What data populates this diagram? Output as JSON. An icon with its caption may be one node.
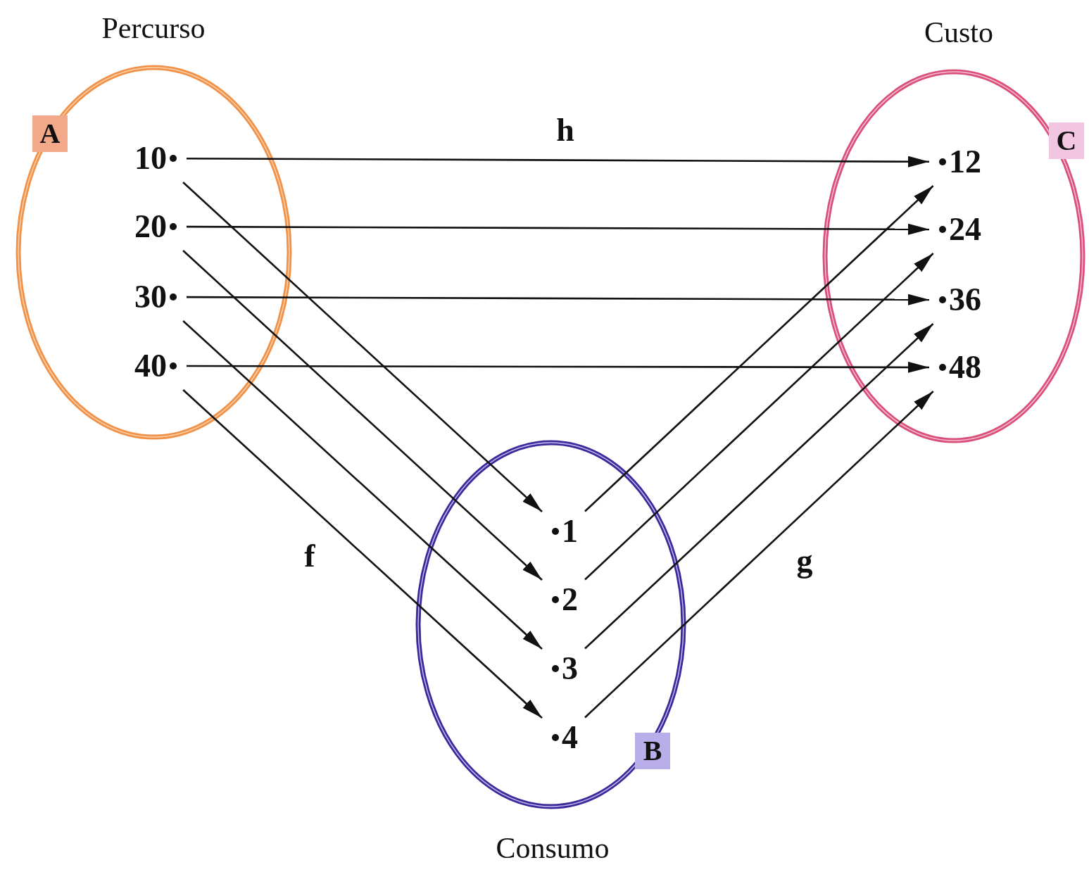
{
  "diagram": {
    "nodes": [
      {
        "text": [
          "Percurso",
          "A"
        ]
      },
      {
        "text": [
          "Consumo",
          "B"
        ]
      },
      {
        "text": [
          "Custo",
          "C"
        ]
      },
      {
        "text": [
          "10"
        ],
        "in": 0
      },
      {
        "text": [
          "20"
        ],
        "in": 0
      },
      {
        "text": [
          "30"
        ],
        "in": 0
      },
      {
        "text": [
          "40"
        ],
        "in": 0
      },
      {
        "text": [
          "1"
        ],
        "in": 1
      },
      {
        "text": [
          "2"
        ],
        "in": 1
      },
      {
        "text": [
          "3"
        ],
        "in": 1
      },
      {
        "text": [
          "4"
        ],
        "in": 1
      },
      {
        "text": [
          "12"
        ],
        "in": 2
      },
      {
        "text": [
          "24"
        ],
        "in": 2
      },
      {
        "text": [
          "36"
        ],
        "in": 2
      },
      {
        "text": [
          "48"
        ],
        "in": 2
      }
    ],
    "edges": [
      {
        "from": 3,
        "to": 11,
        "arrow": "to"
      },
      {
        "from": 4,
        "to": 12,
        "arrow": "to"
      },
      {
        "from": 5,
        "to": 13,
        "arrow": "to"
      },
      {
        "from": 6,
        "to": 14,
        "arrow": "to"
      },
      {
        "from": 3,
        "to": 7,
        "arrow": "to"
      },
      {
        "from": 4,
        "to": 8,
        "arrow": "to"
      },
      {
        "from": 5,
        "to": 9,
        "arrow": "to"
      },
      {
        "from": 6,
        "to": 10,
        "arrow": "to"
      },
      {
        "from": 7,
        "to": 11,
        "arrow": "to"
      },
      {
        "from": 8,
        "to": 12,
        "arrow": "to"
      },
      {
        "from": 9,
        "to": 13,
        "arrow": "to"
      },
      {
        "from": 10,
        "to": 14,
        "arrow": "to"
      }
    ],
    "labels": [
      "h",
      "f",
      "g"
    ]
  }
}
